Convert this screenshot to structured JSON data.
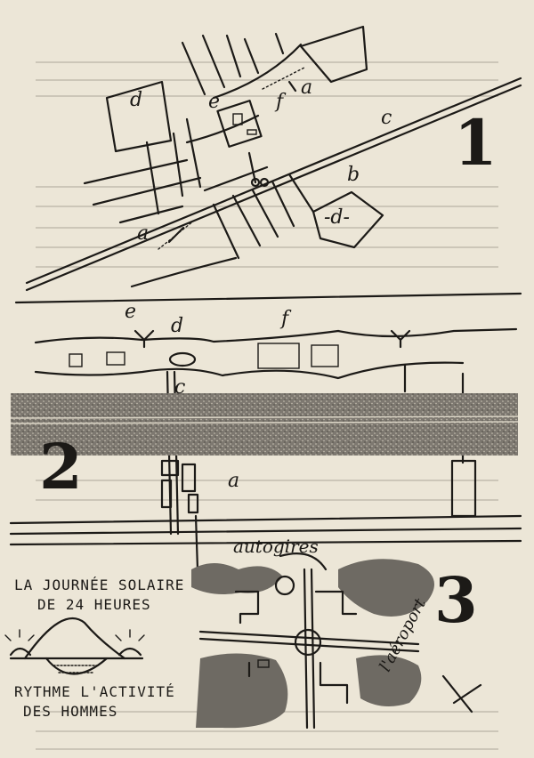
{
  "diagram1": {
    "number": "1",
    "labels": {
      "a_top": "a",
      "a_bottom": "a",
      "b": "b",
      "c": "c",
      "d_left": "d",
      "d_right": "-d-",
      "e": "e",
      "f": "f"
    }
  },
  "diagram2": {
    "number": "2",
    "labels": {
      "e": "e",
      "d": "d",
      "f": "f",
      "c": "c",
      "a": "a"
    }
  },
  "diagram3": {
    "number": "3",
    "labels": {
      "autogires": "autogires",
      "aeroport": "l'aéroport"
    }
  },
  "legend": {
    "line1": "LA JOURNÉE SOLAIRE",
    "line2": "DE 24 HEURES",
    "line3": "RYTHME L'ACTIVITÉ",
    "line4": "DES HOMMES"
  }
}
